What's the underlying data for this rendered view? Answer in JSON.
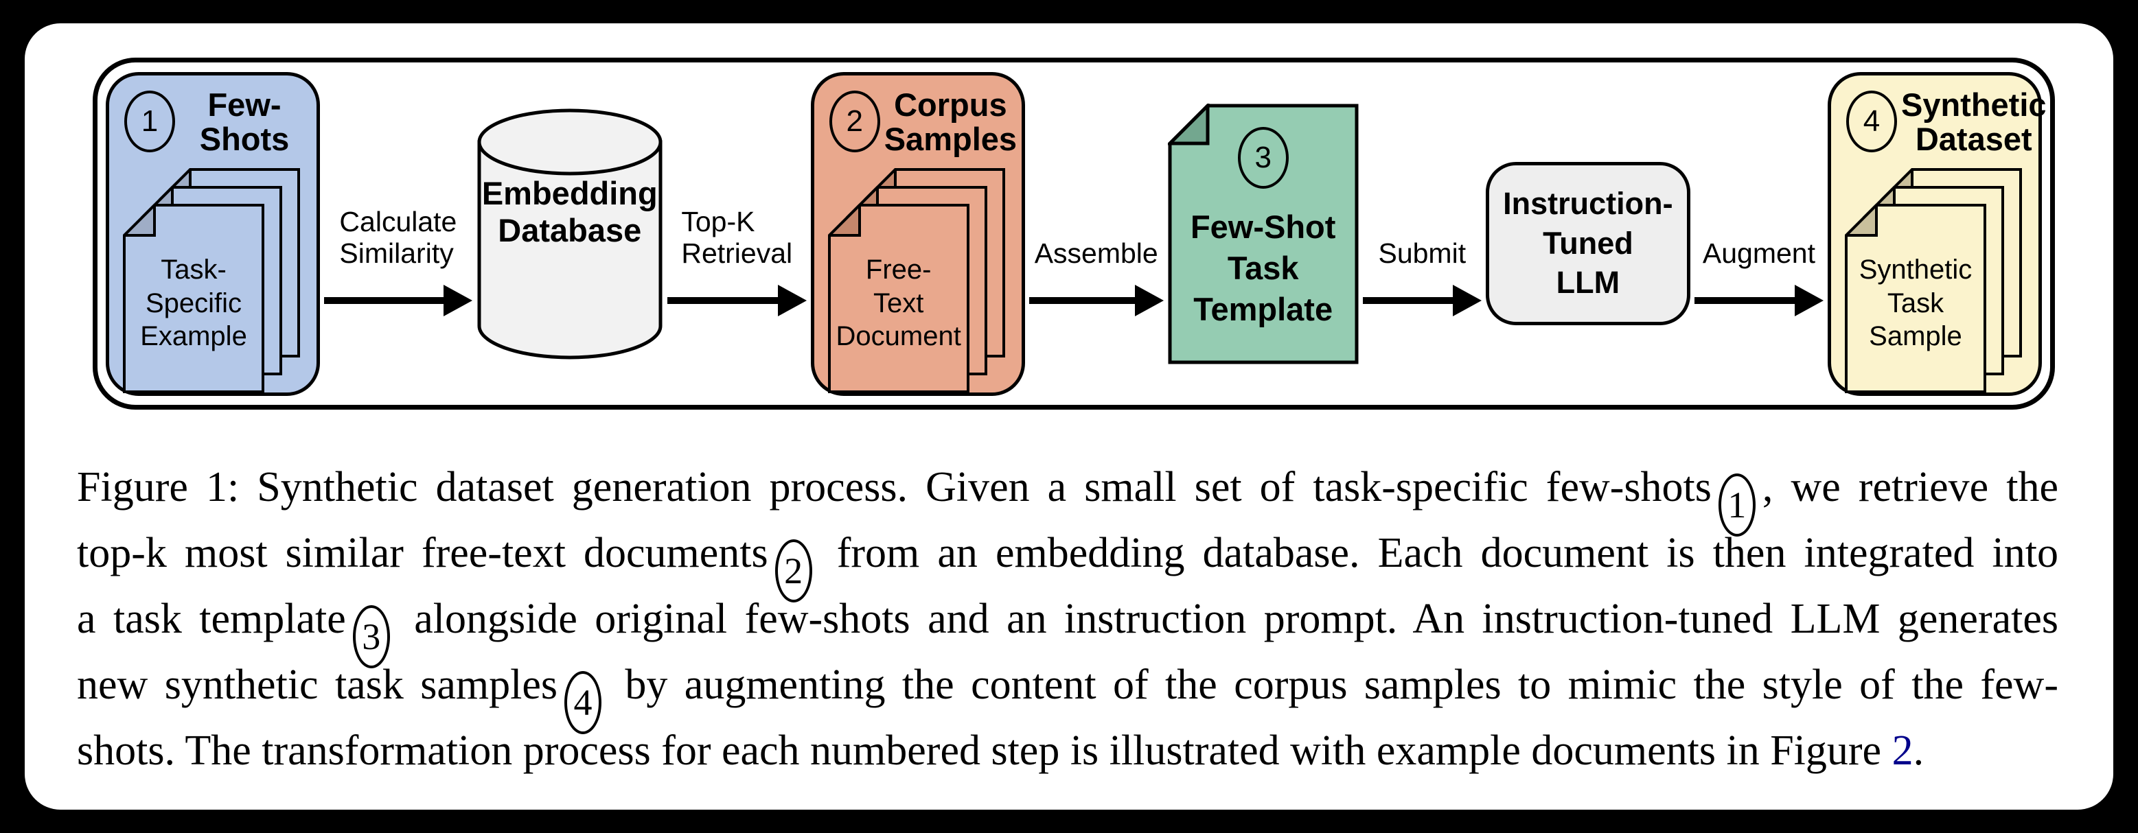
{
  "page": {
    "background": "#000000",
    "card_background": "#ffffff"
  },
  "diagram": {
    "nodes": {
      "few_shots": {
        "badge": "1",
        "title": "Few-\nShots",
        "doc_text": "Task-\nSpecific\nExample",
        "fill": "#b4c8e8",
        "fold": "#9fadc6"
      },
      "embedding_database": {
        "title": "Embedding\nDatabase",
        "fill": "#f2f2f2"
      },
      "corpus_samples": {
        "badge": "2",
        "title": "Corpus\nSamples",
        "doc_text": "Free-\nText\nDocument",
        "fill": "#e9a88d",
        "fold": "#c5876c"
      },
      "task_template": {
        "badge": "3",
        "title": "Few-Shot\nTask\nTemplate",
        "fill": "#95ccb2",
        "fold": "#73a78f"
      },
      "llm": {
        "title": "Instruction-\nTuned\nLLM",
        "fill": "#eeeeee"
      },
      "synthetic_dataset": {
        "badge": "4",
        "title": "Synthetic\nDataset",
        "doc_text": "Synthetic\nTask\nSample",
        "fill": "#fbf3cd",
        "fold": "#c9c09c"
      }
    },
    "arrows": [
      {
        "label": "Calculate\nSimilarity"
      },
      {
        "label": "Top-K\nRetrieval"
      },
      {
        "label": "Assemble"
      },
      {
        "label": "Submit"
      },
      {
        "label": "Augment"
      }
    ]
  },
  "caption": {
    "link_color": "#00008b",
    "lines": [
      {
        "pre": "Figure 1:  Synthetic dataset generation process.  Given a small set of task-specific few-shots",
        "num": "1",
        "post": ", we retrieve the"
      },
      {
        "pre": "top-k most similar free-text documents",
        "num": "2",
        "post": " from an embedding database.  Each document is then integrated into"
      },
      {
        "pre": "a task template",
        "num": "3",
        "post": " alongside original few-shots and an instruction prompt.  An instruction-tuned LLM generates"
      },
      {
        "pre": "new synthetic task samples",
        "num": "4",
        "post": " by augmenting the content of the corpus samples to mimic the style of the few-"
      },
      {
        "pre": "shots. The transformation process for each numbered step is illustrated with example documents in Figure",
        "num": "2",
        "post": "."
      }
    ]
  }
}
